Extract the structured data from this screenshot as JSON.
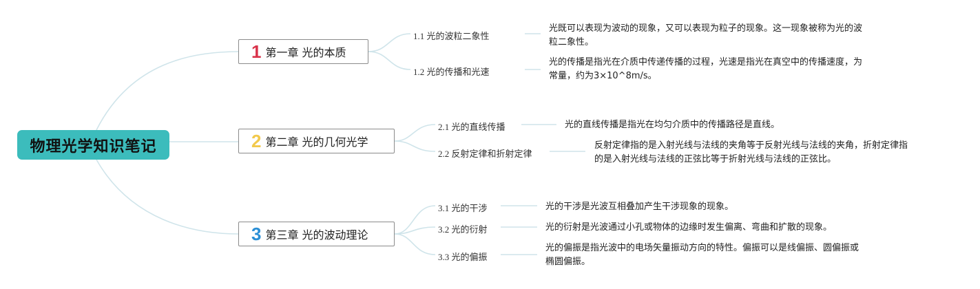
{
  "title": "物理光学知识笔记",
  "colors": {
    "root": "#3cbcbc",
    "line": "#cfe4ea",
    "ch1": "#d9334b",
    "ch2": "#f2c94c",
    "ch3": "#2b8fd6"
  },
  "chapters": [
    {
      "number": "1",
      "title": "第一章 光的本质",
      "sections": [
        {
          "label": "1.1 光的波粒二象性",
          "desc_lines": [
            "光既可以表现为波动的现象，又可以表现为粒子的现象。这一现象被称为光的波",
            "粒二象性。"
          ]
        },
        {
          "label": "1.2 光的传播和光速",
          "desc_lines": [
            "光的传播是指光在介质中传递传播的过程，光速是指光在真空中的传播速度，为",
            "常量，约为3×10^8m/s。"
          ]
        }
      ]
    },
    {
      "number": "2",
      "title": "第二章 光的几何光学",
      "sections": [
        {
          "label": "2.1 光的直线传播",
          "desc_lines": [
            "光的直线传播是指光在均匀介质中的传播路径是直线。"
          ]
        },
        {
          "label": "2.2 反射定律和折射定律",
          "desc_lines": [
            "反射定律指的是入射光线与法线的夹角等于反射光线与法线的夹角，折射定律指",
            "的是入射光线与法线的正弦比等于折射光线与法线的正弦比。"
          ]
        }
      ]
    },
    {
      "number": "3",
      "title": "第三章 光的波动理论",
      "sections": [
        {
          "label": "3.1 光的干涉",
          "desc_lines": [
            "光的干涉是光波互相叠加产生干涉现象的现象。"
          ]
        },
        {
          "label": "3.2 光的衍射",
          "desc_lines": [
            "光的衍射是光波通过小孔或物体的边缘时发生偏离、弯曲和扩散的现象。"
          ]
        },
        {
          "label": "3.3 光的偏振",
          "desc_lines": [
            "光的偏振是指光波中的电场矢量振动方向的特性。偏振可以是线偏振、圆偏振或",
            "椭圆偏振。"
          ]
        }
      ]
    }
  ]
}
